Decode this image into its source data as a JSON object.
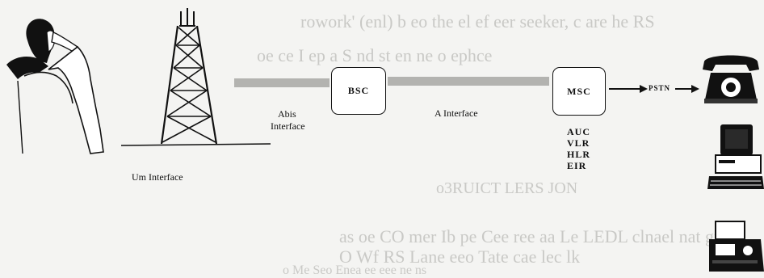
{
  "bleed_text": [
    "rowork' (enl)  b eo the el ef eer seeker, c are he RS",
    "oe ce I ep a S nd st en ne o ephce",
    "o3RUICT  LERS JON",
    "as oe CO mer Ib pe Cee ree aa Le LEDL clnael nat gn",
    "O Wf RS Lane eeo Tate cae lec lk",
    "o Me Seo Enea ee eee  ne ns"
  ],
  "nodes": {
    "bsc": "BSC",
    "msc": "MSC"
  },
  "labels": {
    "abis_1": "Abis",
    "abis_2": "Interface",
    "a_interface": "A Interface",
    "um_interface": "Um Interface",
    "pstn": "PSTN"
  },
  "msc_registers": [
    "AUC",
    "VLR",
    "HLR",
    "EIR"
  ]
}
